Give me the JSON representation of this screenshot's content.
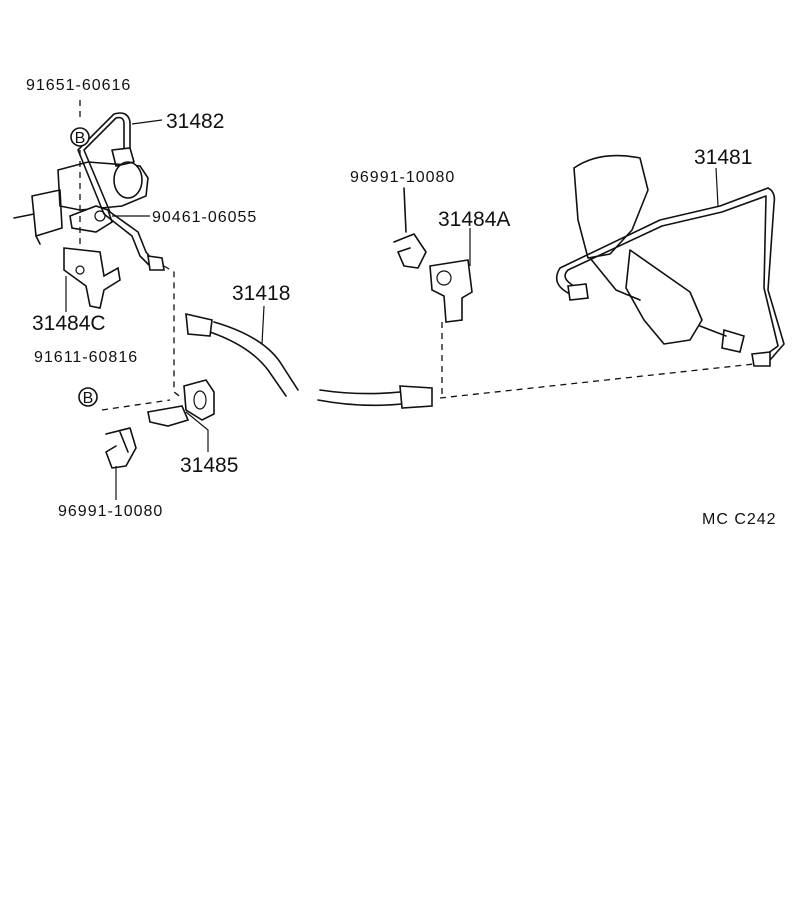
{
  "diagram": {
    "part_labels": {
      "p91651": "91651-60616",
      "p31482": "31482",
      "p90461": "90461-06055",
      "p31484c": "31484C",
      "p91611": "91611-60816",
      "p31485": "31485",
      "p96991_bottom": "96991-10080",
      "p31418": "31418",
      "p96991_top": "96991-10080",
      "p31484a": "31484A",
      "p31481": "31481"
    },
    "bolt_marker": "B",
    "figure_code": "MC  C242"
  }
}
